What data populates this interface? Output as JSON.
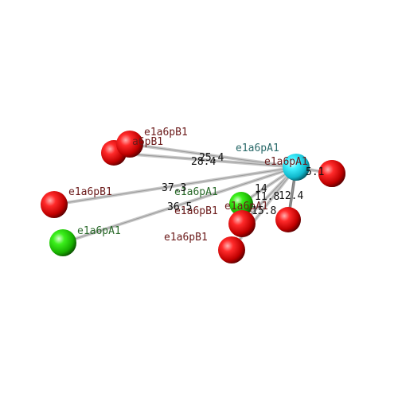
{
  "colors": {
    "background": "#ffffff",
    "red_atom": "#d40000",
    "green_atom": "#22cc00",
    "cyan_atom": "#22d8e8",
    "label_b": "#6b1a1a",
    "label_a": "#2a6a2a",
    "label_center": "#2a6a6a",
    "bond": "#c8c8c8",
    "distance_text": "#111111"
  },
  "center_atom": {
    "label": "e1a6pA1",
    "element": "cyan"
  },
  "atoms": [
    {
      "id": "a1",
      "label": "e1a6pB1",
      "element": "red"
    },
    {
      "id": "a2",
      "label": "a6pB1",
      "element": "red"
    },
    {
      "id": "a3",
      "label": "e1a6pB1",
      "element": "red"
    },
    {
      "id": "a4",
      "label": "e1a6pA1",
      "element": "green"
    },
    {
      "id": "a5",
      "label": "e1a6pA1",
      "element": "green"
    },
    {
      "id": "a6",
      "label": "e1a6pB1",
      "element": "red"
    },
    {
      "id": "a7",
      "label": "e1a6pB1",
      "element": "red"
    },
    {
      "id": "a8",
      "label": "e1a6pA1",
      "element": "red"
    },
    {
      "id": "a9",
      "label": "",
      "element": "red"
    },
    {
      "id": "a10",
      "label": "",
      "element": "red"
    }
  ],
  "distances": [
    {
      "to": "a1",
      "value": "25.4"
    },
    {
      "to": "a2",
      "value": "28.4"
    },
    {
      "to": "a3",
      "value": "37.3"
    },
    {
      "to": "a4",
      "value": "36.5"
    },
    {
      "to": "a5",
      "value": "14"
    },
    {
      "to": "a6",
      "value": "11.8"
    },
    {
      "to": "a7",
      "value": "15.8"
    },
    {
      "to": "a8",
      "value": "12.4"
    },
    {
      "to": "a10",
      "value": "5.1"
    }
  ]
}
